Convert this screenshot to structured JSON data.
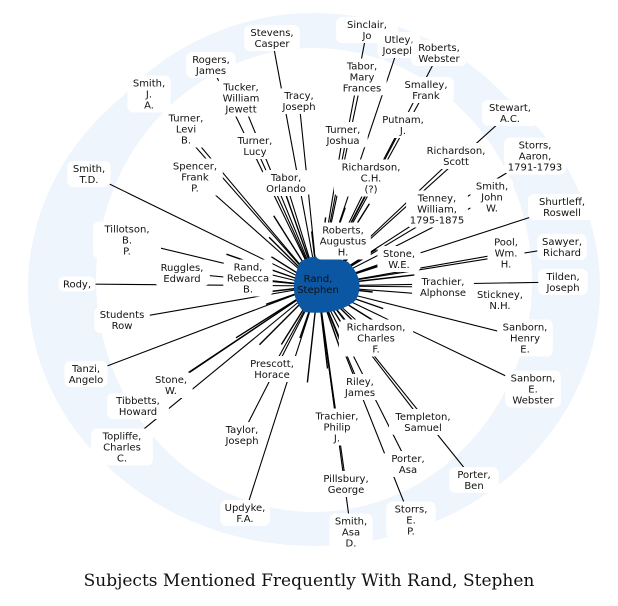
{
  "title": "Subjects Mentioned Frequently With Rand, Stephen",
  "colors": {
    "center": "#0b57a4",
    "halo": "#eef5fd",
    "edge": "#000000",
    "background": "#ffffff"
  },
  "center": {
    "label": "Rand,\nStephen"
  },
  "nodes": [
    {
      "label": "Stevens,\nCasper"
    },
    {
      "label": "Sinclair,\nJo"
    },
    {
      "label": "Utley,\nJoseph"
    },
    {
      "label": "Roberts,\nWebster"
    },
    {
      "label": "Rogers,\nJames"
    },
    {
      "label": "Tucker,\nWilliam\nJewett"
    },
    {
      "label": "Tracy,\nJoseph"
    },
    {
      "label": "Tabor,\nMary\nFrances"
    },
    {
      "label": "Smalley,\nFrank"
    },
    {
      "label": "Stewart,\nA.C."
    },
    {
      "label": "Smith,\nJ.\nA."
    },
    {
      "label": "Turner,\nLevi\nB."
    },
    {
      "label": "Putnam,\nJ."
    },
    {
      "label": "Turner,\nJoshua"
    },
    {
      "label": "Richardson,\nScott"
    },
    {
      "label": "Storrs,\nAaron,\n1791-1793"
    },
    {
      "label": "Turner,\nLucy"
    },
    {
      "label": "Spencer,\nFrank\nP."
    },
    {
      "label": "Tabor,\nOrlando"
    },
    {
      "label": "Richardson,\nC.H.\n(?)"
    },
    {
      "label": "Smith,\nT.D."
    },
    {
      "label": "Tenney,\nWilliam,\n1795-1875"
    },
    {
      "label": "Smith,\nJohn\nW."
    },
    {
      "label": "Shurtleff,\nRoswell"
    },
    {
      "label": "Tillotson,\nB.\nP."
    },
    {
      "label": "Roberts,\nAugustus\nH."
    },
    {
      "label": "Sawyer,\nRichard"
    },
    {
      "label": "Pool,\nWm.\nH."
    },
    {
      "label": "Ruggles,\nEdward"
    },
    {
      "label": "Rand,\nRebecca\nB."
    },
    {
      "label": "Stone,\nW.E."
    },
    {
      "label": "Tilden,\nJoseph"
    },
    {
      "label": "Trachier,\nAlphonse"
    },
    {
      "label": "Rody,"
    },
    {
      "label": "Stickney,\nN.H."
    },
    {
      "label": "Students\nRow"
    },
    {
      "label": "Richardson,\nCharles\nF."
    },
    {
      "label": "Sanborn,\nHenry\nE."
    },
    {
      "label": "Tanzi,\nAngelo"
    },
    {
      "label": "Prescott,\nHorace"
    },
    {
      "label": "Stone,\nW."
    },
    {
      "label": "Riley,\nJames"
    },
    {
      "label": "Tibbetts,\nHoward"
    },
    {
      "label": "Sanborn,\nE.\nWebster"
    },
    {
      "label": "Topliffe,\nCharles\nC."
    },
    {
      "label": "Taylor,\nJoseph"
    },
    {
      "label": "Trachier,\nPhilip\nJ."
    },
    {
      "label": "Templeton,\nSamuel"
    },
    {
      "label": "Porter,\nAsa"
    },
    {
      "label": "Porter,\nBen"
    },
    {
      "label": "Pillsbury,\nGeorge"
    },
    {
      "label": "Updyke,\nF.A."
    },
    {
      "label": "Smith,\nAsa\nD."
    },
    {
      "label": "Storrs,\nE.\nP."
    }
  ]
}
